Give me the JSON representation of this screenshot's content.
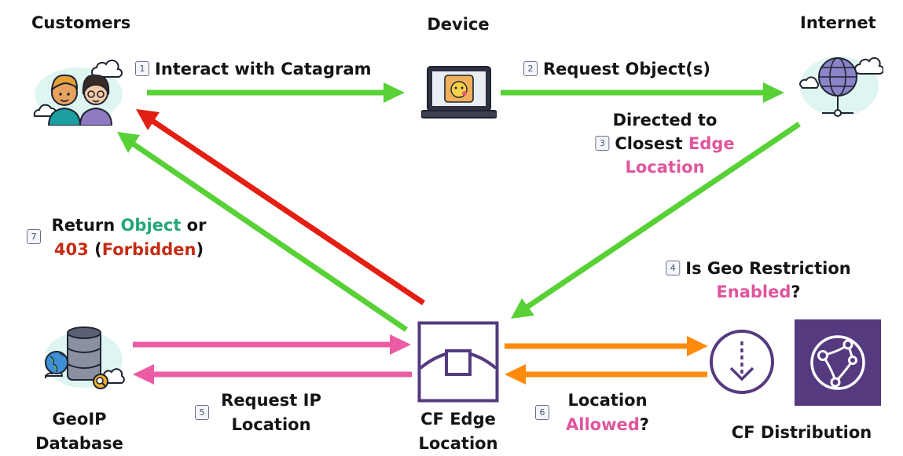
{
  "nodes": {
    "customers": "Customers",
    "device": "Device",
    "internet": "Internet",
    "geoip": [
      "GeoIP",
      "Database"
    ],
    "cf_edge": [
      "CF Edge",
      "Location"
    ],
    "cf_distribution": "CF Distribution"
  },
  "steps": {
    "s1": {
      "num": "1",
      "text": "Interact with Catagram"
    },
    "s2": {
      "num": "2",
      "text": "Request Object(s)"
    },
    "s3": {
      "num": "3",
      "line1": "Directed to",
      "line2a": "Closest ",
      "line2b": "Edge",
      "line3": "Location"
    },
    "s4": {
      "num": "4",
      "line1": "Is Geo Restriction",
      "line2a": "Enabled",
      "line2b": "?"
    },
    "s5": {
      "num": "5",
      "line1": "Request IP",
      "line2": "Location"
    },
    "s6": {
      "num": "6",
      "line1": "Location",
      "line2a": "Allowed",
      "line2b": "?"
    },
    "s7": {
      "num": "7",
      "line1a": "Return ",
      "line1b": "Object",
      "line1c": " or",
      "line2a": "403",
      "line2b": " (",
      "line2c": "Forbidden",
      "line2d": ")"
    }
  },
  "colors": {
    "green": "#57d135",
    "red": "#e31e12",
    "pink": "#ec5ca4",
    "orange": "#ff8a0c",
    "purple": "#553a7f",
    "text_pink": "#e0569c",
    "text_green": "#25a57a",
    "text_red": "#c42c14"
  }
}
